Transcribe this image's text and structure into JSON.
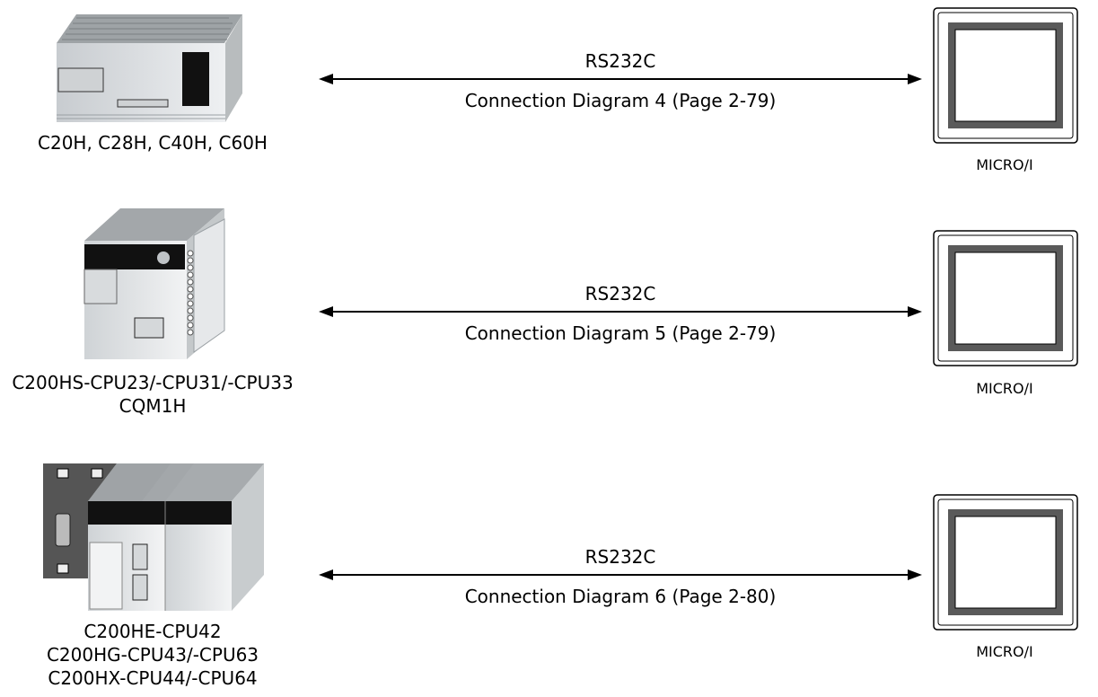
{
  "rows": [
    {
      "plc_lines": [
        "C20H, C28H, C40H, C60H"
      ],
      "link_top": "RS232C",
      "link_bottom": "Connection Diagram 4 (Page 2-79)",
      "hmi_label": "MICRO/I"
    },
    {
      "plc_lines": [
        "C200HS-CPU23/-CPU31/-CPU33",
        "CQM1H"
      ],
      "link_top": "RS232C",
      "link_bottom": "Connection Diagram 5 (Page 2-79)",
      "hmi_label": "MICRO/I"
    },
    {
      "plc_lines": [
        "C200HE-CPU42",
        "C200HG-CPU43/-CPU63",
        "C200HX-CPU44/-CPU64"
      ],
      "link_top": "RS232C",
      "link_bottom": "Connection Diagram 6 (Page 2-80)",
      "hmi_label": "MICRO/I"
    }
  ],
  "colors": {
    "frame": "#555555",
    "plc_face": "#d8d8d8",
    "plc_dark": "#111111",
    "base": "#555555"
  },
  "icons": [
    "plc-c-series-icon",
    "plc-c200hs-icon",
    "plc-c200h-rack-icon",
    "micro-i-touchscreen-icon"
  ]
}
